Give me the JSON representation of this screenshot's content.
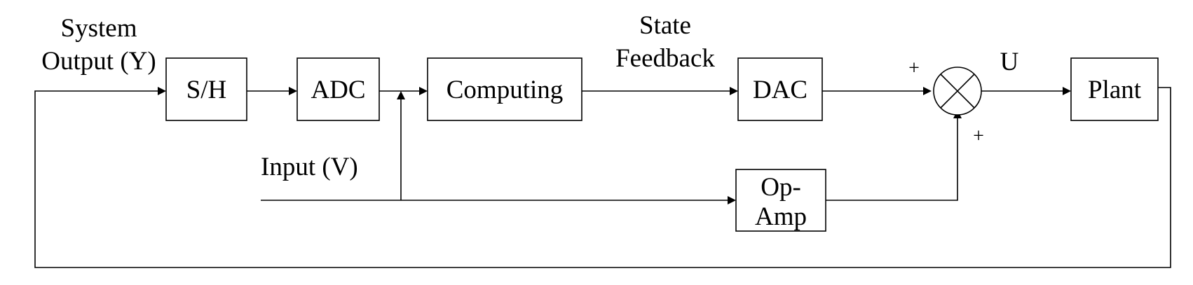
{
  "blocks": {
    "sh": "S/H",
    "adc": "ADC",
    "computing": "Computing",
    "dac": "DAC",
    "opamp_line1": "Op-",
    "opamp_line2": "Amp",
    "plant": "Plant"
  },
  "signals": {
    "system_output_line1": "System",
    "system_output_line2": "Output (Y)",
    "state_feedback_line1": "State",
    "state_feedback_line2": "Feedback",
    "input": "Input (V)",
    "control": "U"
  },
  "summing_junction": {
    "top_sign": "+",
    "bottom_sign": "+"
  }
}
